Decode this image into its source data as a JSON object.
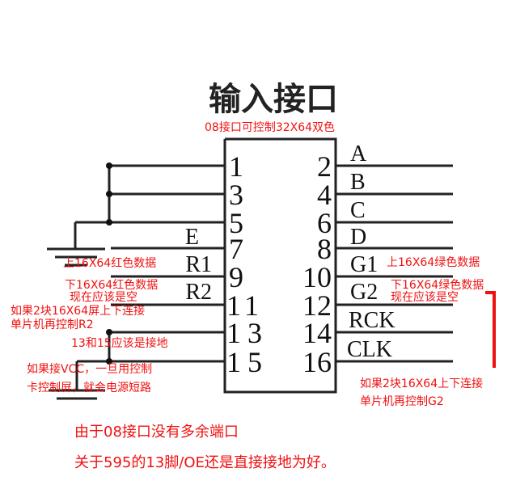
{
  "title": "输入接口",
  "subtitle": "08接口可控制32X64双色",
  "left_pins": [
    {
      "num": "1",
      "label": ""
    },
    {
      "num": "3",
      "label": ""
    },
    {
      "num": "5",
      "label": ""
    },
    {
      "num": "7",
      "label": "E"
    },
    {
      "num": "9",
      "label": "R1"
    },
    {
      "num": "11",
      "label": "R2"
    },
    {
      "num": "13",
      "label": ""
    },
    {
      "num": "15",
      "label": ""
    }
  ],
  "right_pins": [
    {
      "num": "2",
      "label": "A"
    },
    {
      "num": "4",
      "label": "B"
    },
    {
      "num": "6",
      "label": "C"
    },
    {
      "num": "8",
      "label": "D"
    },
    {
      "num": "10",
      "label": "G1"
    },
    {
      "num": "12",
      "label": "G2"
    },
    {
      "num": "14",
      "label": "RCK"
    },
    {
      "num": "16",
      "label": "CLK"
    }
  ],
  "notes": {
    "r1": "上16X64红色数据",
    "r2_a": "下16X64红色数据",
    "r2_b": "现在应该是空",
    "r2_c": "如果2块16X64屏上下连接",
    "r2_d": "单片机再控制R2",
    "gnd": "13和15应该是接地",
    "vcc_a": "如果接VCC，一旦用控制",
    "vcc_b": "卡控制屏，就会电源短路",
    "g1": "上16X64绿色数据",
    "g2_a": "下16X64绿色数据",
    "g2_b": "现在应该是空",
    "g2_c": "如果2块16X64上下连接",
    "g2_d": "单片机再控制G2",
    "bottom_a": "由于08接口没有多余端口",
    "bottom_b": "关于595的13脚/OE还是直接接地为好。"
  },
  "colors": {
    "annotation": "#f01010",
    "wire": "#222222"
  }
}
